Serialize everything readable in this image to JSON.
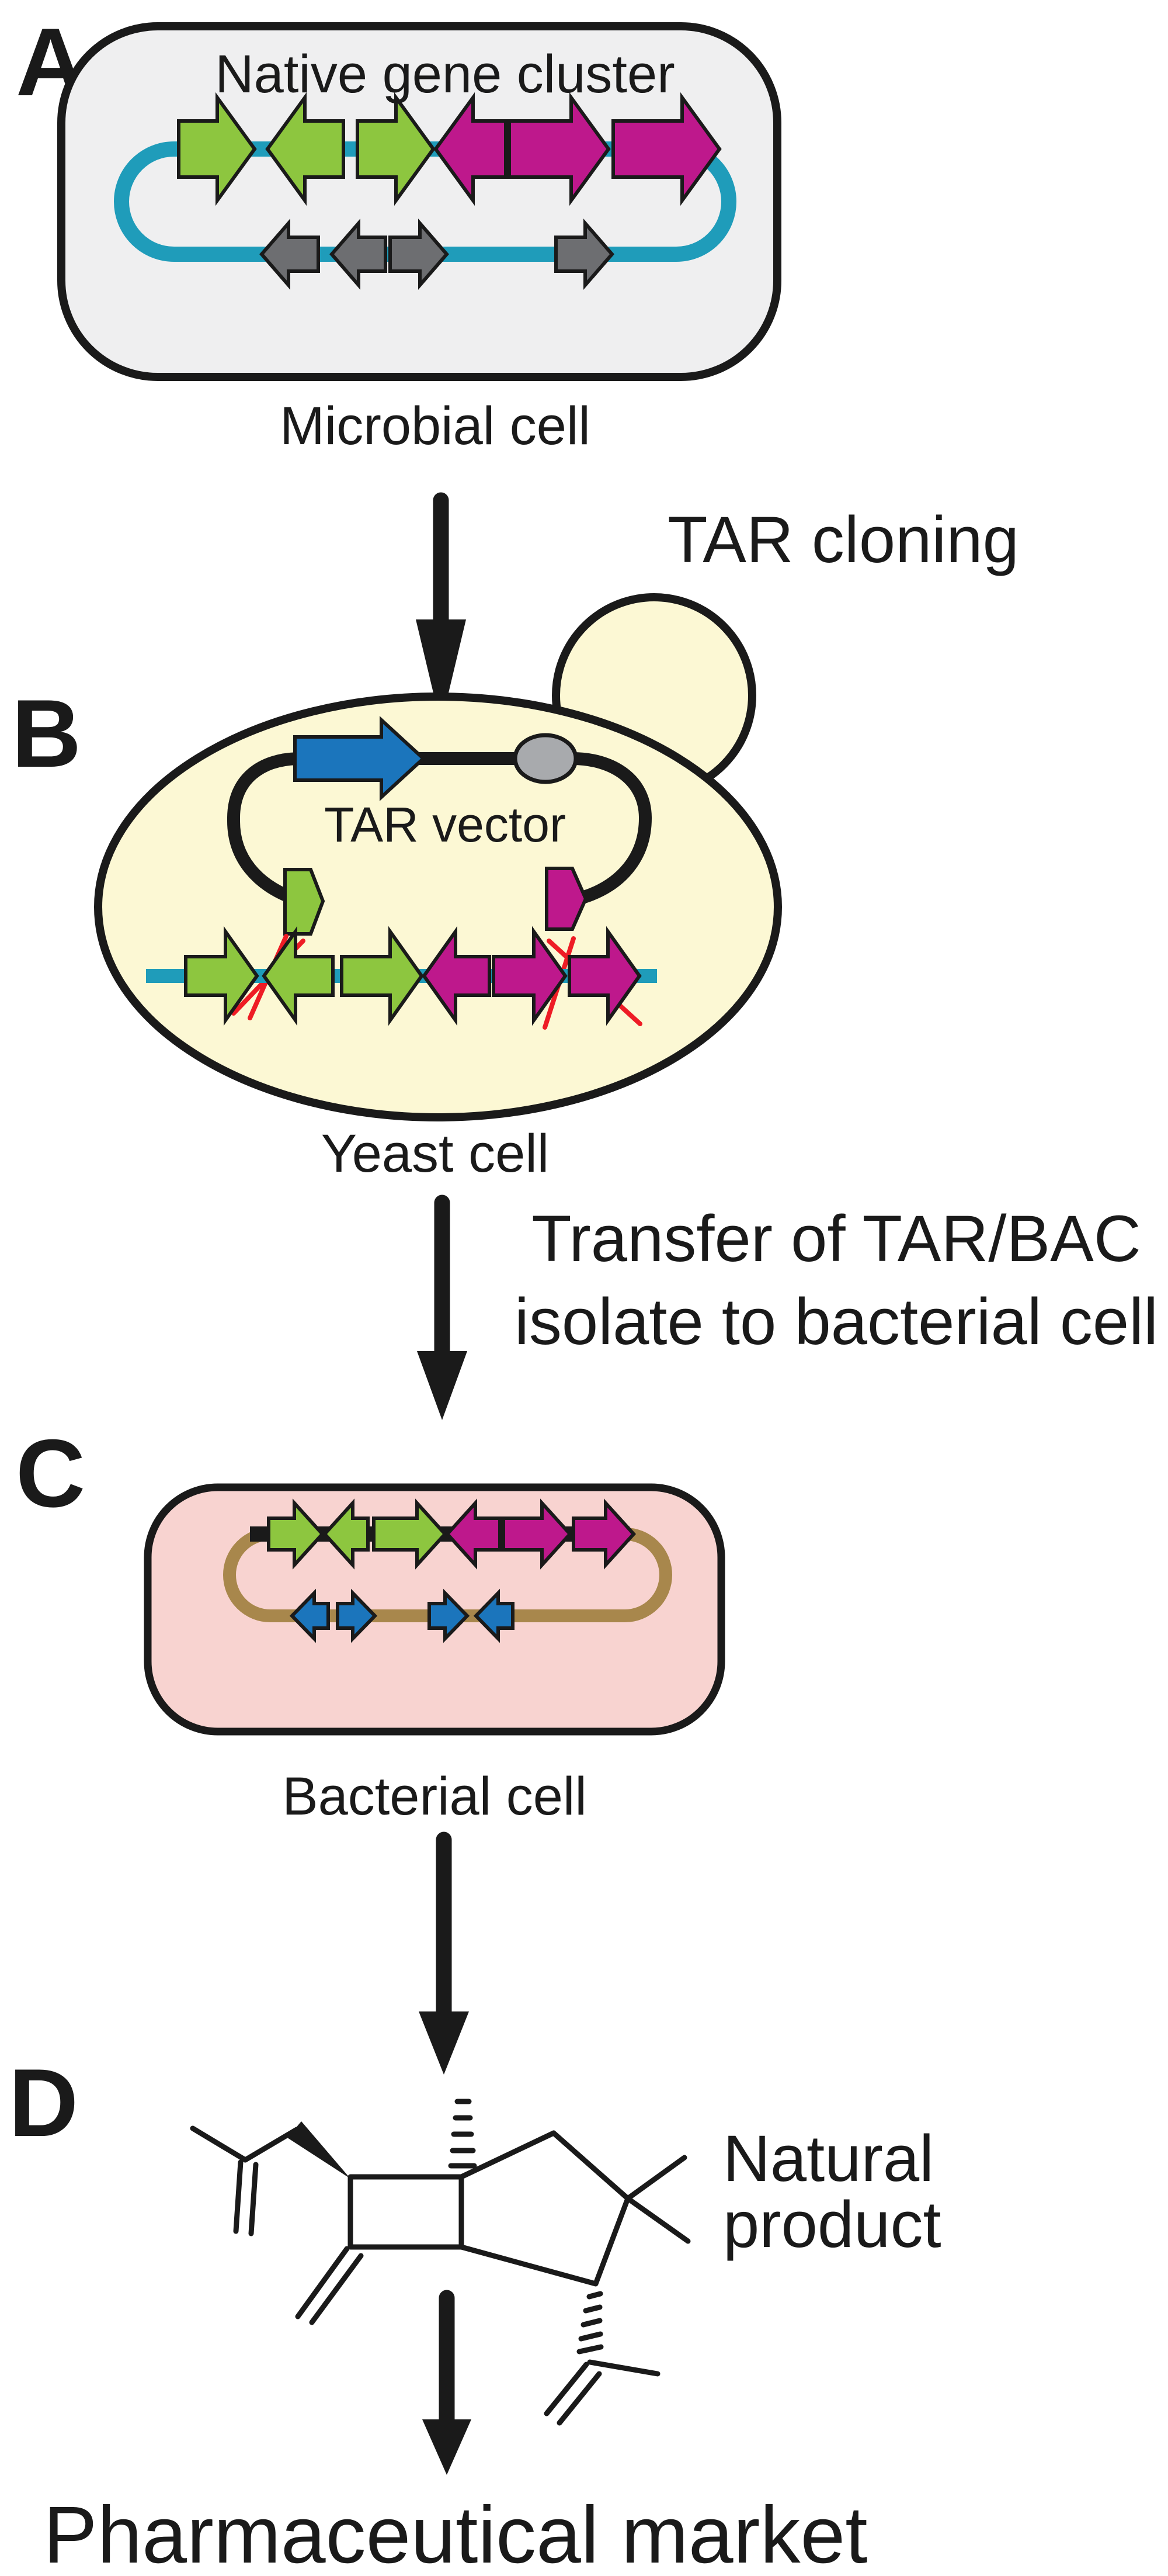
{
  "colors": {
    "ink": "#1a1a1a",
    "green": "#8dc63f",
    "magenta": "#be188c",
    "teal": "#1f9cba",
    "grey": "#6d6e71",
    "blue": "#1b75bc",
    "red": "#ee1c25",
    "brown": "#a8874c",
    "cell_grey": "#efeff0",
    "yeast_yellow": "#fcf8d4",
    "bacteria_pink": "#f8d3d0",
    "oval_grey": "#a8aaad"
  },
  "panels": {
    "a": {
      "letter": "A",
      "title": "Native gene cluster",
      "label": "Microbial cell",
      "plasmid_top_genes": [
        {
          "color": "green",
          "dir": "right"
        },
        {
          "color": "green",
          "dir": "left"
        },
        {
          "color": "green",
          "dir": "right"
        },
        {
          "color": "magenta",
          "dir": "left"
        },
        {
          "color": "magenta",
          "dir": "right"
        },
        {
          "color": "magenta",
          "dir": "right"
        }
      ],
      "plasmid_bottom_genes": [
        {
          "color": "grey",
          "dir": "left"
        },
        {
          "color": "grey",
          "dir": "left"
        },
        {
          "color": "grey",
          "dir": "right"
        },
        {
          "color": "grey",
          "dir": "right"
        }
      ]
    },
    "b": {
      "letter": "B",
      "vector_label": "TAR vector",
      "label": "Yeast cell",
      "vector_marker_gene": [
        {
          "color": "blue",
          "dir": "right"
        }
      ],
      "hooks": [
        {
          "color": "green"
        },
        {
          "color": "magenta"
        }
      ],
      "cluster_genes": [
        {
          "color": "green",
          "dir": "right"
        },
        {
          "color": "green",
          "dir": "left"
        },
        {
          "color": "green",
          "dir": "right"
        },
        {
          "color": "magenta",
          "dir": "left"
        },
        {
          "color": "magenta",
          "dir": "right"
        },
        {
          "color": "magenta",
          "dir": "right"
        }
      ]
    },
    "c": {
      "letter": "C",
      "label": "Bacterial cell",
      "cluster_genes": [
        {
          "color": "green",
          "dir": "right"
        },
        {
          "color": "green",
          "dir": "left"
        },
        {
          "color": "green",
          "dir": "right"
        },
        {
          "color": "magenta",
          "dir": "left"
        },
        {
          "color": "magenta",
          "dir": "right"
        },
        {
          "color": "magenta",
          "dir": "right"
        }
      ],
      "vector_genes": [
        {
          "color": "blue",
          "dir": "left"
        },
        {
          "color": "blue",
          "dir": "right"
        },
        {
          "color": "blue",
          "dir": "right"
        },
        {
          "color": "blue",
          "dir": "left"
        }
      ]
    },
    "d": {
      "letter": "D",
      "product_label_line1": "Natural",
      "product_label_line2": "product"
    }
  },
  "steps": {
    "step1_label": "TAR cloning",
    "step2_label_line1": "Transfer of TAR/BAC",
    "step2_label_line2": "isolate to bacterial cell",
    "final_label": "Pharmaceutical market"
  }
}
